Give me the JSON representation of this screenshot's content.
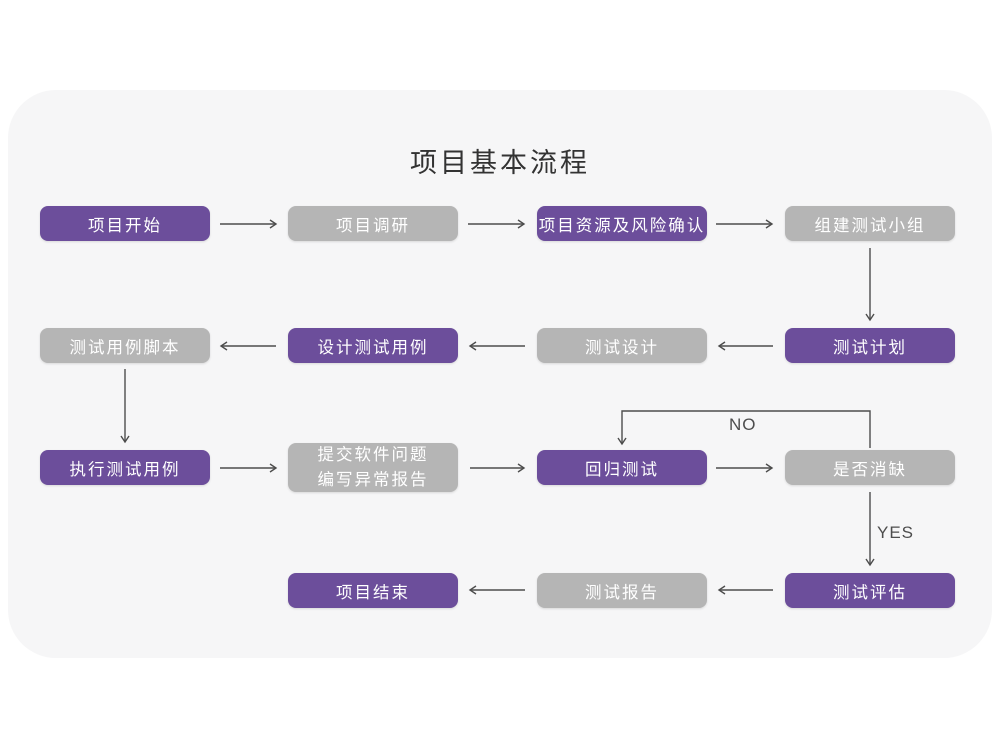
{
  "page": {
    "background": "#ffffff",
    "card_background": "#f6f6f7"
  },
  "colors": {
    "purple_node": "#6C4E9B",
    "gray_node": "#B5B5B5",
    "arrow": "#4D4D4D",
    "node_text": "#FFFFFF",
    "title_text": "#333333"
  },
  "diagram": {
    "title": "项目基本流程",
    "nodes": [
      {
        "id": "project-start",
        "label": "项目开始",
        "variant": "purple"
      },
      {
        "id": "project-research",
        "label": "项目调研",
        "variant": "gray"
      },
      {
        "id": "resource-risk",
        "label": "项目资源及风险确认",
        "variant": "purple"
      },
      {
        "id": "build-test-team",
        "label": "组建测试小组",
        "variant": "gray"
      },
      {
        "id": "test-case-script",
        "label": "测试用例脚本",
        "variant": "gray"
      },
      {
        "id": "design-test-case",
        "label": "设计测试用例",
        "variant": "purple"
      },
      {
        "id": "test-design",
        "label": "测试设计",
        "variant": "gray"
      },
      {
        "id": "test-plan",
        "label": "测试计划",
        "variant": "purple"
      },
      {
        "id": "execute-test-case",
        "label": "执行测试用例",
        "variant": "purple"
      },
      {
        "id": "submit-issue-report",
        "label": "提交软件问题\n编写异常报告",
        "variant": "gray"
      },
      {
        "id": "regression-test",
        "label": "回归测试",
        "variant": "purple"
      },
      {
        "id": "defect-resolved",
        "label": "是否消缺",
        "variant": "gray"
      },
      {
        "id": "project-end",
        "label": "项目结束",
        "variant": "purple"
      },
      {
        "id": "test-report",
        "label": "测试报告",
        "variant": "gray"
      },
      {
        "id": "test-evaluation",
        "label": "测试评估",
        "variant": "purple"
      }
    ],
    "edges": [
      {
        "from": "project-start",
        "to": "project-research"
      },
      {
        "from": "project-research",
        "to": "resource-risk"
      },
      {
        "from": "resource-risk",
        "to": "build-test-team"
      },
      {
        "from": "build-test-team",
        "to": "test-plan"
      },
      {
        "from": "test-plan",
        "to": "test-design"
      },
      {
        "from": "test-design",
        "to": "design-test-case"
      },
      {
        "from": "design-test-case",
        "to": "test-case-script"
      },
      {
        "from": "test-case-script",
        "to": "execute-test-case"
      },
      {
        "from": "execute-test-case",
        "to": "submit-issue-report"
      },
      {
        "from": "submit-issue-report",
        "to": "regression-test"
      },
      {
        "from": "regression-test",
        "to": "defect-resolved"
      },
      {
        "from": "defect-resolved",
        "to": "regression-test",
        "label": "NO"
      },
      {
        "from": "defect-resolved",
        "to": "test-evaluation",
        "label": "YES"
      },
      {
        "from": "test-evaluation",
        "to": "test-report"
      },
      {
        "from": "test-report",
        "to": "project-end"
      }
    ],
    "edge_labels": {
      "no": "NO",
      "yes": "YES"
    }
  }
}
